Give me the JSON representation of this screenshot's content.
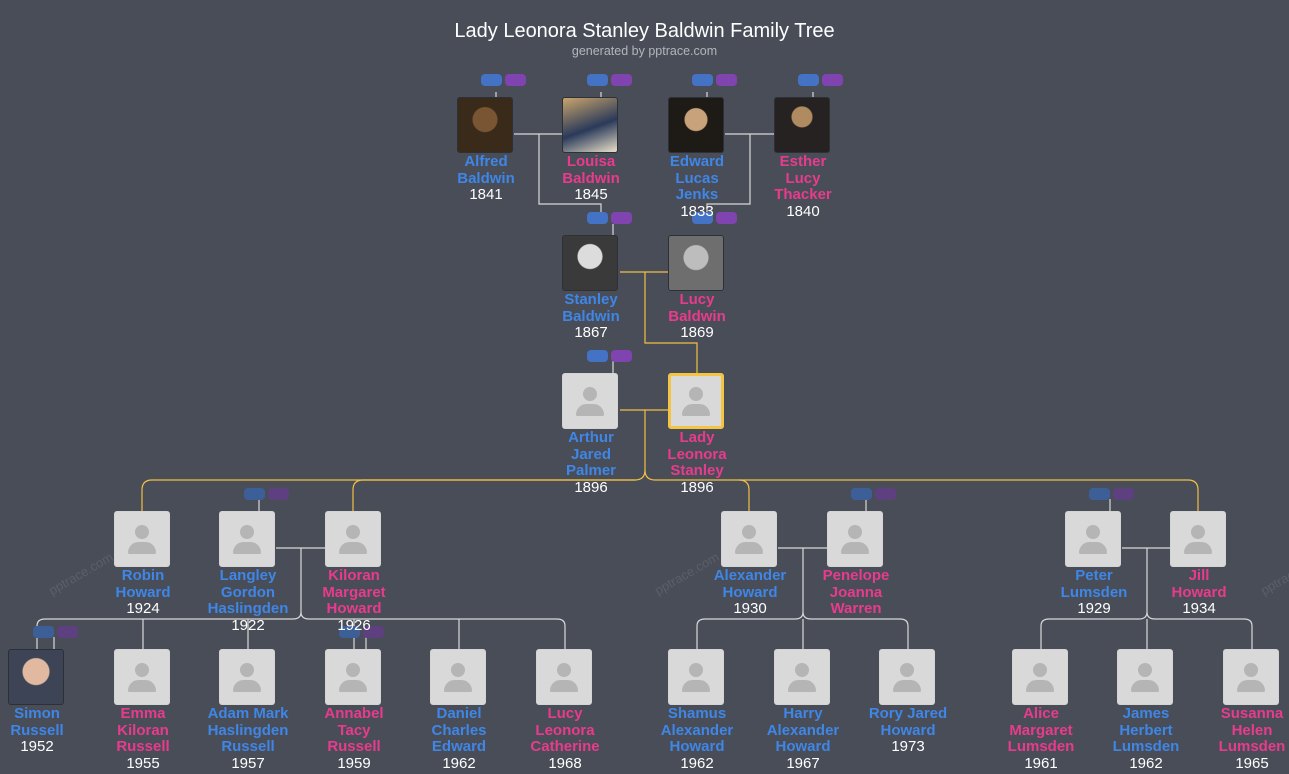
{
  "title": "Lady Leonora Stanley Baldwin Family Tree",
  "subtitle": "generated by pptrace.com",
  "watermark": "pptrace.com",
  "colors": {
    "background": "#484d57",
    "male": "#3f86e6",
    "female": "#e93b8d",
    "highlight": "#f4c542",
    "line": "#d9d9d9"
  },
  "people": {
    "alfred": {
      "name": [
        "Alfred",
        "Baldwin"
      ],
      "year": "1841",
      "gender": "male"
    },
    "louisa": {
      "name": [
        "Louisa",
        "Baldwin"
      ],
      "year": "1845",
      "gender": "female"
    },
    "edward": {
      "name": [
        "Edward",
        "Lucas",
        "Jenks"
      ],
      "year": "1833",
      "gender": "male"
    },
    "esther": {
      "name": [
        "Esther",
        "Lucy",
        "Thacker"
      ],
      "year": "1840",
      "gender": "female"
    },
    "stanley": {
      "name": [
        "Stanley",
        "Baldwin"
      ],
      "year": "1867",
      "gender": "male"
    },
    "lucy": {
      "name": [
        "Lucy",
        "Baldwin"
      ],
      "year": "1869",
      "gender": "female"
    },
    "arthur": {
      "name": [
        "Arthur",
        "Jared",
        "Palmer"
      ],
      "year": "1896",
      "gender": "male"
    },
    "leonora": {
      "name": [
        "Lady",
        "Leonora",
        "Stanley"
      ],
      "year": "1896",
      "gender": "female"
    },
    "robin": {
      "name": [
        "Robin",
        "Howard"
      ],
      "year": "1924",
      "gender": "male"
    },
    "langley": {
      "name": [
        "Langley",
        "Gordon",
        "Haslingden"
      ],
      "year": "1922",
      "gender": "male"
    },
    "kiloran": {
      "name": [
        "Kiloran",
        "Margaret",
        "Howard"
      ],
      "year": "1926",
      "gender": "female"
    },
    "alexander": {
      "name": [
        "Alexander",
        "Howard"
      ],
      "year": "1930",
      "gender": "male"
    },
    "penelope": {
      "name": [
        "Penelope",
        "Joanna",
        "Warren"
      ],
      "year": "",
      "gender": "female"
    },
    "peter": {
      "name": [
        "Peter",
        "Lumsden"
      ],
      "year": "1929",
      "gender": "male"
    },
    "jill": {
      "name": [
        "Jill",
        "Howard"
      ],
      "year": "1934",
      "gender": "female"
    },
    "simon": {
      "name": [
        "Simon",
        "Russell"
      ],
      "year": "1952",
      "gender": "male"
    },
    "emma": {
      "name": [
        "Emma",
        "Kiloran",
        "Russell"
      ],
      "year": "1955",
      "gender": "female"
    },
    "adam": {
      "name": [
        "Adam Mark",
        "Haslingden",
        "Russell"
      ],
      "year": "1957",
      "gender": "male"
    },
    "annabel": {
      "name": [
        "Annabel",
        "Tacy",
        "Russell"
      ],
      "year": "1959",
      "gender": "female"
    },
    "daniel": {
      "name": [
        "Daniel",
        "Charles",
        "Edward"
      ],
      "year": "1962",
      "gender": "male"
    },
    "lucyl": {
      "name": [
        "Lucy",
        "Leonora",
        "Catherine"
      ],
      "year": "1968",
      "gender": "female"
    },
    "shamus": {
      "name": [
        "Shamus",
        "Alexander",
        "Howard"
      ],
      "year": "1962",
      "gender": "male"
    },
    "harry": {
      "name": [
        "Harry",
        "Alexander",
        "Howard"
      ],
      "year": "1967",
      "gender": "male"
    },
    "rory": {
      "name": [
        "Rory Jared",
        "Howard"
      ],
      "year": "1973",
      "gender": "male"
    },
    "alice": {
      "name": [
        "Alice",
        "Margaret",
        "Lumsden"
      ],
      "year": "1961",
      "gender": "female"
    },
    "james": {
      "name": [
        "James",
        "Herbert",
        "Lumsden"
      ],
      "year": "1962",
      "gender": "male"
    },
    "susanna": {
      "name": [
        "Susanna",
        "Helen",
        "Lumsden"
      ],
      "year": "1965",
      "gender": "female"
    }
  }
}
